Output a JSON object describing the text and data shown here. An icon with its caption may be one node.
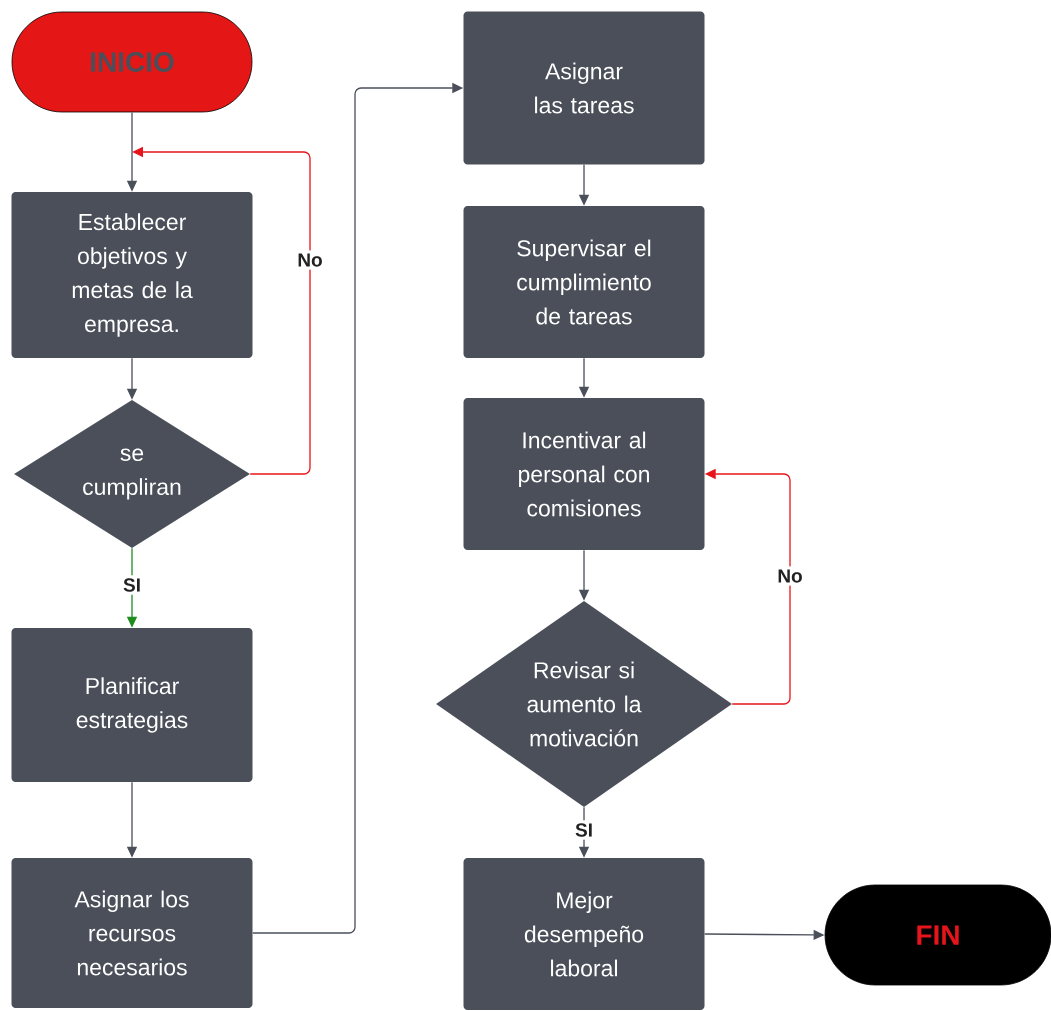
{
  "diagram": {
    "nodes": [
      {
        "text": [
          "INICIO"
        ]
      },
      {
        "text": [
          "Establecer objetivos y metas de la empresa."
        ]
      },
      {
        "text": [
          "se cumpliran"
        ]
      },
      {
        "text": [
          "Planificar estrategias"
        ]
      },
      {
        "text": [
          "Asignar los recursos necesarios"
        ]
      },
      {
        "text": [
          "Asignar las tareas"
        ]
      },
      {
        "text": [
          "Supervisar el cumplimiento de tareas"
        ]
      },
      {
        "text": [
          "Incentivar al personal con comisiones"
        ]
      },
      {
        "text": [
          "Revisar si aumento la motivación"
        ]
      },
      {
        "text": [
          "Mejor desempeño laboral"
        ]
      },
      {
        "text": [
          "FIN"
        ]
      }
    ],
    "edges": [
      {
        "from": 0,
        "to": 1,
        "arrow": "to"
      },
      {
        "from": 1,
        "to": 2,
        "arrow": "to"
      },
      {
        "from": 2,
        "to": 1,
        "arrow": "to",
        "label": "No",
        "color": "#e8141b"
      },
      {
        "from": 2,
        "to": 3,
        "arrow": "to",
        "label": "SI",
        "color": "#1f8c1f"
      },
      {
        "from": 3,
        "to": 4,
        "arrow": "to"
      },
      {
        "from": 4,
        "to": 5,
        "arrow": "to"
      },
      {
        "from": 5,
        "to": 6,
        "arrow": "to"
      },
      {
        "from": 6,
        "to": 7,
        "arrow": "to"
      },
      {
        "from": 7,
        "to": 8,
        "arrow": "to"
      },
      {
        "from": 8,
        "to": 7,
        "arrow": "to",
        "label": "No",
        "color": "#e8141b"
      },
      {
        "from": 8,
        "to": 9,
        "arrow": "to",
        "label": "SI"
      },
      {
        "from": 9,
        "to": 10,
        "arrow": "to"
      }
    ]
  }
}
